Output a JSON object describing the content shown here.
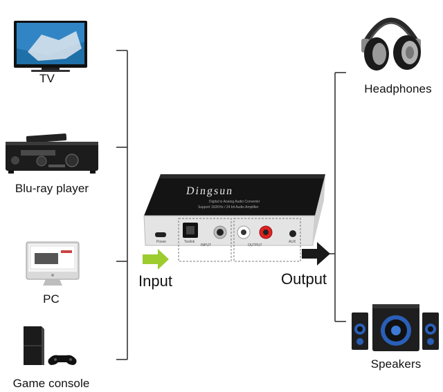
{
  "sources": {
    "tv": "TV",
    "bluray": "Blu-ray player",
    "pc": "PC",
    "console": "Game console"
  },
  "outputs": {
    "headphones": "Headphones",
    "speakers": "Speakers"
  },
  "device": {
    "brand": "Dingsun",
    "subtitle_line1": "Digital to Analog Audio Converter",
    "subtitle_line2": "Support 192KHz / 24 bit Audio Amplifier",
    "power_label": "Power",
    "toslink_label": "Toslink",
    "input_label": "INPUT",
    "output_label": "OUTPUT",
    "aux_label": "AUX"
  },
  "arrows": {
    "input": "Input",
    "output": "Output"
  },
  "colors": {
    "input_arrow": "#9ccc2e",
    "output_arrow": "#1a1a1a",
    "bracket": "#333333"
  }
}
